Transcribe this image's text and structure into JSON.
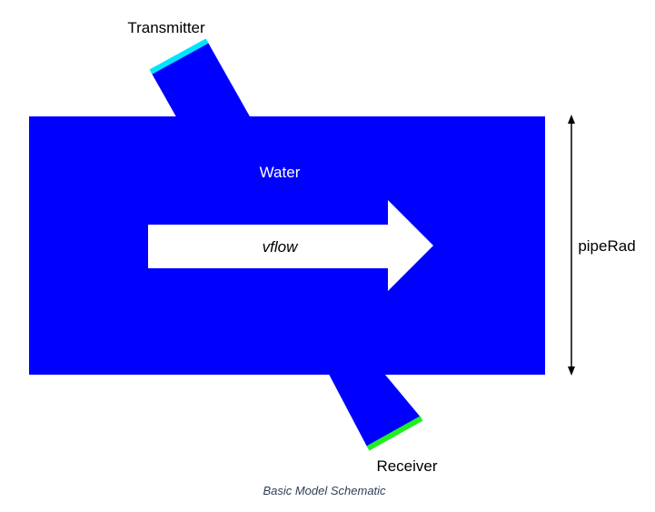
{
  "diagram": {
    "labels": {
      "transmitter": "Transmitter",
      "receiver": "Receiver",
      "medium": "Water",
      "flow": "vflow",
      "dimension": "pipeRad"
    },
    "caption": "Basic Model Schematic"
  },
  "colors": {
    "water": "#0000ff",
    "transmitter_face": "#00e5ff",
    "receiver_face": "#22ee22",
    "flow_arrow": "#ffffff",
    "dimension_arrow": "#000000"
  }
}
